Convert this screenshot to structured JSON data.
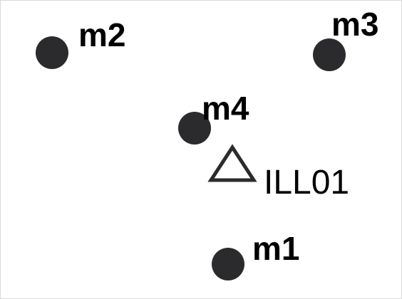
{
  "diagram": {
    "stations": [
      {
        "id": "m1",
        "label": "m1"
      },
      {
        "id": "m2",
        "label": "m2"
      },
      {
        "id": "m3",
        "label": "m3"
      },
      {
        "id": "m4",
        "label": "m4"
      }
    ],
    "source": {
      "label": "ILL01",
      "symbol": "triangle-outline"
    },
    "colors": {
      "marker": "#2b2b2d",
      "text": "#000000",
      "background": "#ffffff",
      "frame": "#d9d9d9"
    }
  }
}
